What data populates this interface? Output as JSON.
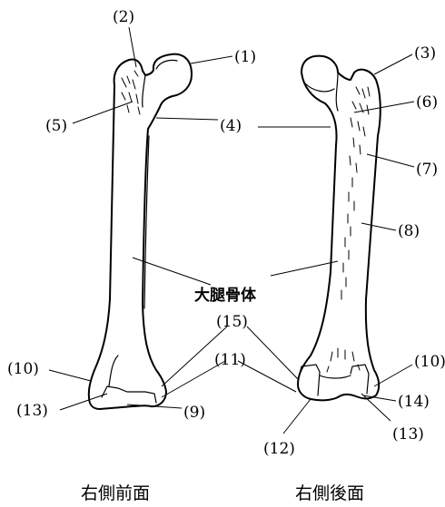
{
  "labels": {
    "l1": "(1)",
    "l2": "(2)",
    "l3": "(3)",
    "l4a": "(4)",
    "l5": "(5)",
    "l6": "(6)",
    "l7": "(7)",
    "l8": "(8)",
    "l9": "(9)",
    "l10a": "(10)",
    "l10b": "(10)",
    "l11": "(11)",
    "l12": "(12)",
    "l13a": "(13)",
    "l13b": "(13)",
    "l14": "(14)",
    "l15": "(15)"
  },
  "center_title": "大腿骨体",
  "captions": {
    "anterior": "右側前面",
    "posterior": "右側後面"
  }
}
